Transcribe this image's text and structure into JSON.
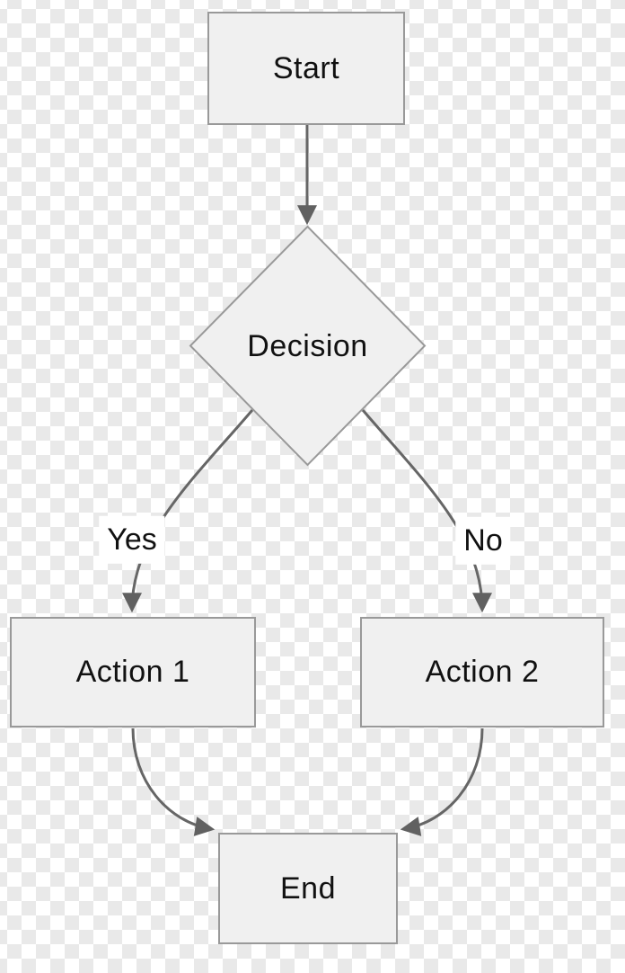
{
  "diagram": {
    "type": "flowchart",
    "direction": "top-down",
    "background_style": "transparency-checkerboard",
    "nodes": [
      {
        "id": "start",
        "label": "Start",
        "shape": "rectangle"
      },
      {
        "id": "decision",
        "label": "Decision",
        "shape": "diamond"
      },
      {
        "id": "action1",
        "label": "Action 1",
        "shape": "rectangle"
      },
      {
        "id": "action2",
        "label": "Action 2",
        "shape": "rectangle"
      },
      {
        "id": "end",
        "label": "End",
        "shape": "rectangle"
      }
    ],
    "edges": [
      {
        "from": "start",
        "to": "decision",
        "label": ""
      },
      {
        "from": "decision",
        "to": "action1",
        "label": "Yes"
      },
      {
        "from": "decision",
        "to": "action2",
        "label": "No"
      },
      {
        "from": "action1",
        "to": "end",
        "label": ""
      },
      {
        "from": "action2",
        "to": "end",
        "label": ""
      }
    ]
  },
  "colors": {
    "node-fill": "#f0f0f0",
    "node-border": "#999999",
    "edge-line": "#666666",
    "arrowhead": "#616161",
    "text": "#111111",
    "label-bg": "#ffffff",
    "checker-light": "#ffffff",
    "checker-dark": "#e9e9e9"
  }
}
